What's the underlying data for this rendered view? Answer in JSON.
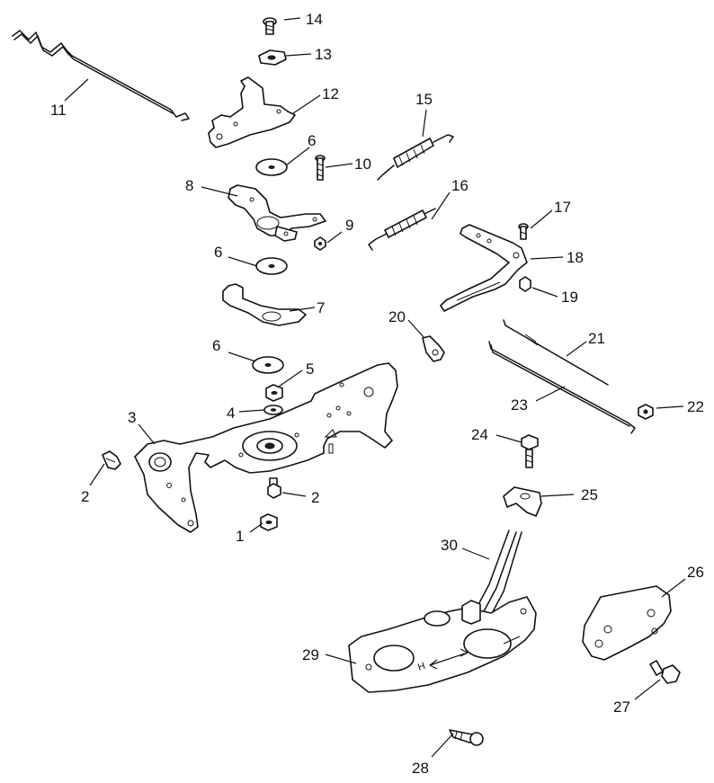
{
  "labels": {
    "1": "1",
    "2": "2",
    "3": "3",
    "4": "4",
    "5": "5",
    "6": "6",
    "7": "7",
    "8": "8",
    "9": "9",
    "10": "10",
    "11": "11",
    "12": "12",
    "13": "13",
    "14": "14",
    "15": "15",
    "16": "16",
    "17": "17",
    "18": "18",
    "19": "19",
    "20": "20",
    "21": "21",
    "22": "22",
    "23": "23",
    "24": "24",
    "25": "25",
    "26": "26",
    "27": "27",
    "28": "28",
    "29": "29",
    "30": "30"
  },
  "dial_marks": {
    "high": "H"
  }
}
